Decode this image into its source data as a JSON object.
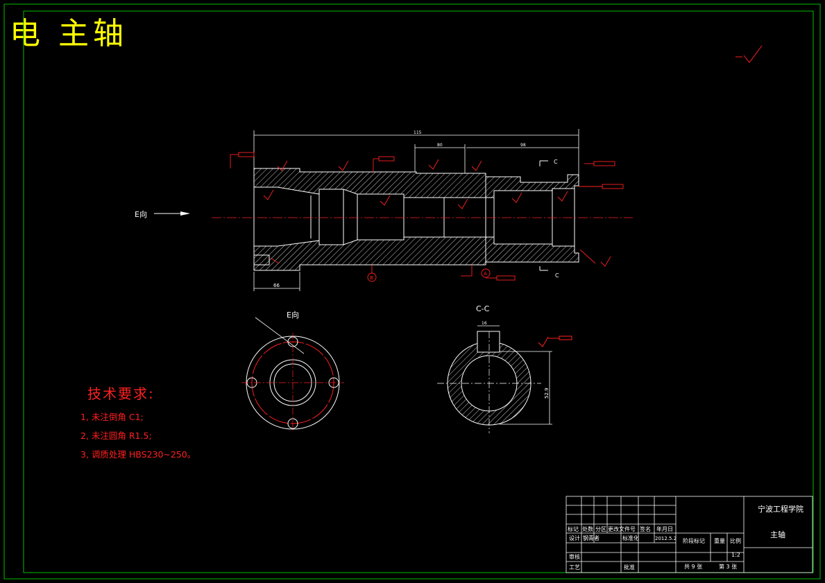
{
  "header": {
    "title": "电 主轴"
  },
  "views": {
    "section_label": "C-C",
    "e_view_label": "E向",
    "e_arrow_label": "E向",
    "cut_marker": "C"
  },
  "dimensions": {
    "overall": "115",
    "seg_mid": "80",
    "seg_right": "98",
    "left_flange": "66",
    "c_section_height": "52.9",
    "c_key_width": "16"
  },
  "datums": {
    "a": "A",
    "b": "B"
  },
  "tech_requirements": {
    "title": "技术要求:",
    "items": [
      "1, 未注倒角 C1;",
      "2, 未注圆角 R1.5;",
      "3, 调质处理 HBS230~250。"
    ]
  },
  "title_block": {
    "school": "宁波工程学院",
    "part_name": "主轴",
    "headers": [
      "标记",
      "处数",
      "分区",
      "更改文件号",
      "签名",
      "年月日"
    ],
    "design_label": "设计",
    "designer": "钢青者",
    "std_label": "标准化",
    "date": "2012.5.2",
    "stage_label": "阶段标记",
    "weight_label": "重量",
    "scale_label": "比例",
    "scale": "1:2",
    "review_label": "审核",
    "process_label": "工艺",
    "approve_label": "批准",
    "sheets_total": "共 9 张",
    "sheet_no": "第 3 张"
  },
  "colors": {
    "background": "#000000",
    "lines": "#ffffff",
    "annotation": "#ff2020",
    "border": "#00c000",
    "title": "#ffff00"
  }
}
